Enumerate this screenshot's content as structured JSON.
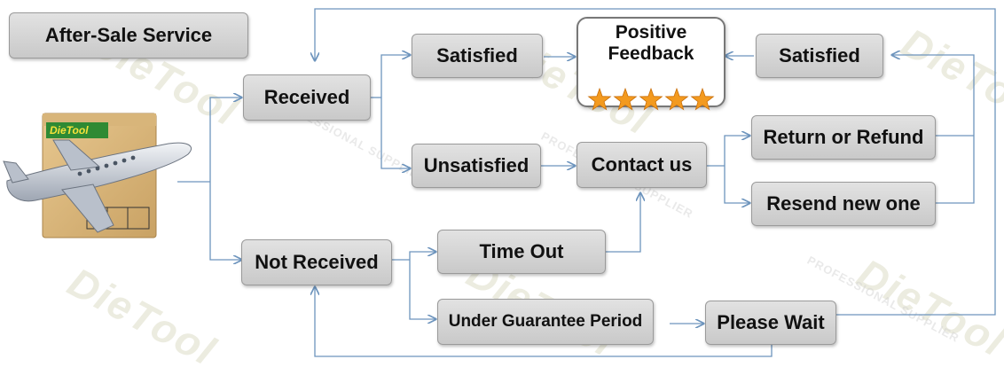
{
  "diagram": {
    "title": "After-Sale Service",
    "nodes": {
      "received": "Received",
      "not_received": "Not Received",
      "satisfied_left": "Satisfied",
      "unsatisfied": "Unsatisfied",
      "positive_feedback_line1": "Positive",
      "positive_feedback_line2": "Feedback",
      "satisfied_right": "Satisfied",
      "contact_us": "Contact us",
      "return_or_refund": "Return or Refund",
      "resend_new_one": "Resend new one",
      "time_out": "Time Out",
      "under_guarantee": "Under Guarantee Period",
      "please_wait": "Please Wait"
    },
    "feedback_star_count": 5,
    "brand_logo_text": "DieTool",
    "watermark_text": "DieTool",
    "watermark_subtext": "PROFESSIONAL SUPPLIER",
    "colors": {
      "connector": "#6d94bd",
      "star": "#f39a1f",
      "box_fill": "#d3d3d3",
      "box_border": "#9a9a9a"
    }
  }
}
